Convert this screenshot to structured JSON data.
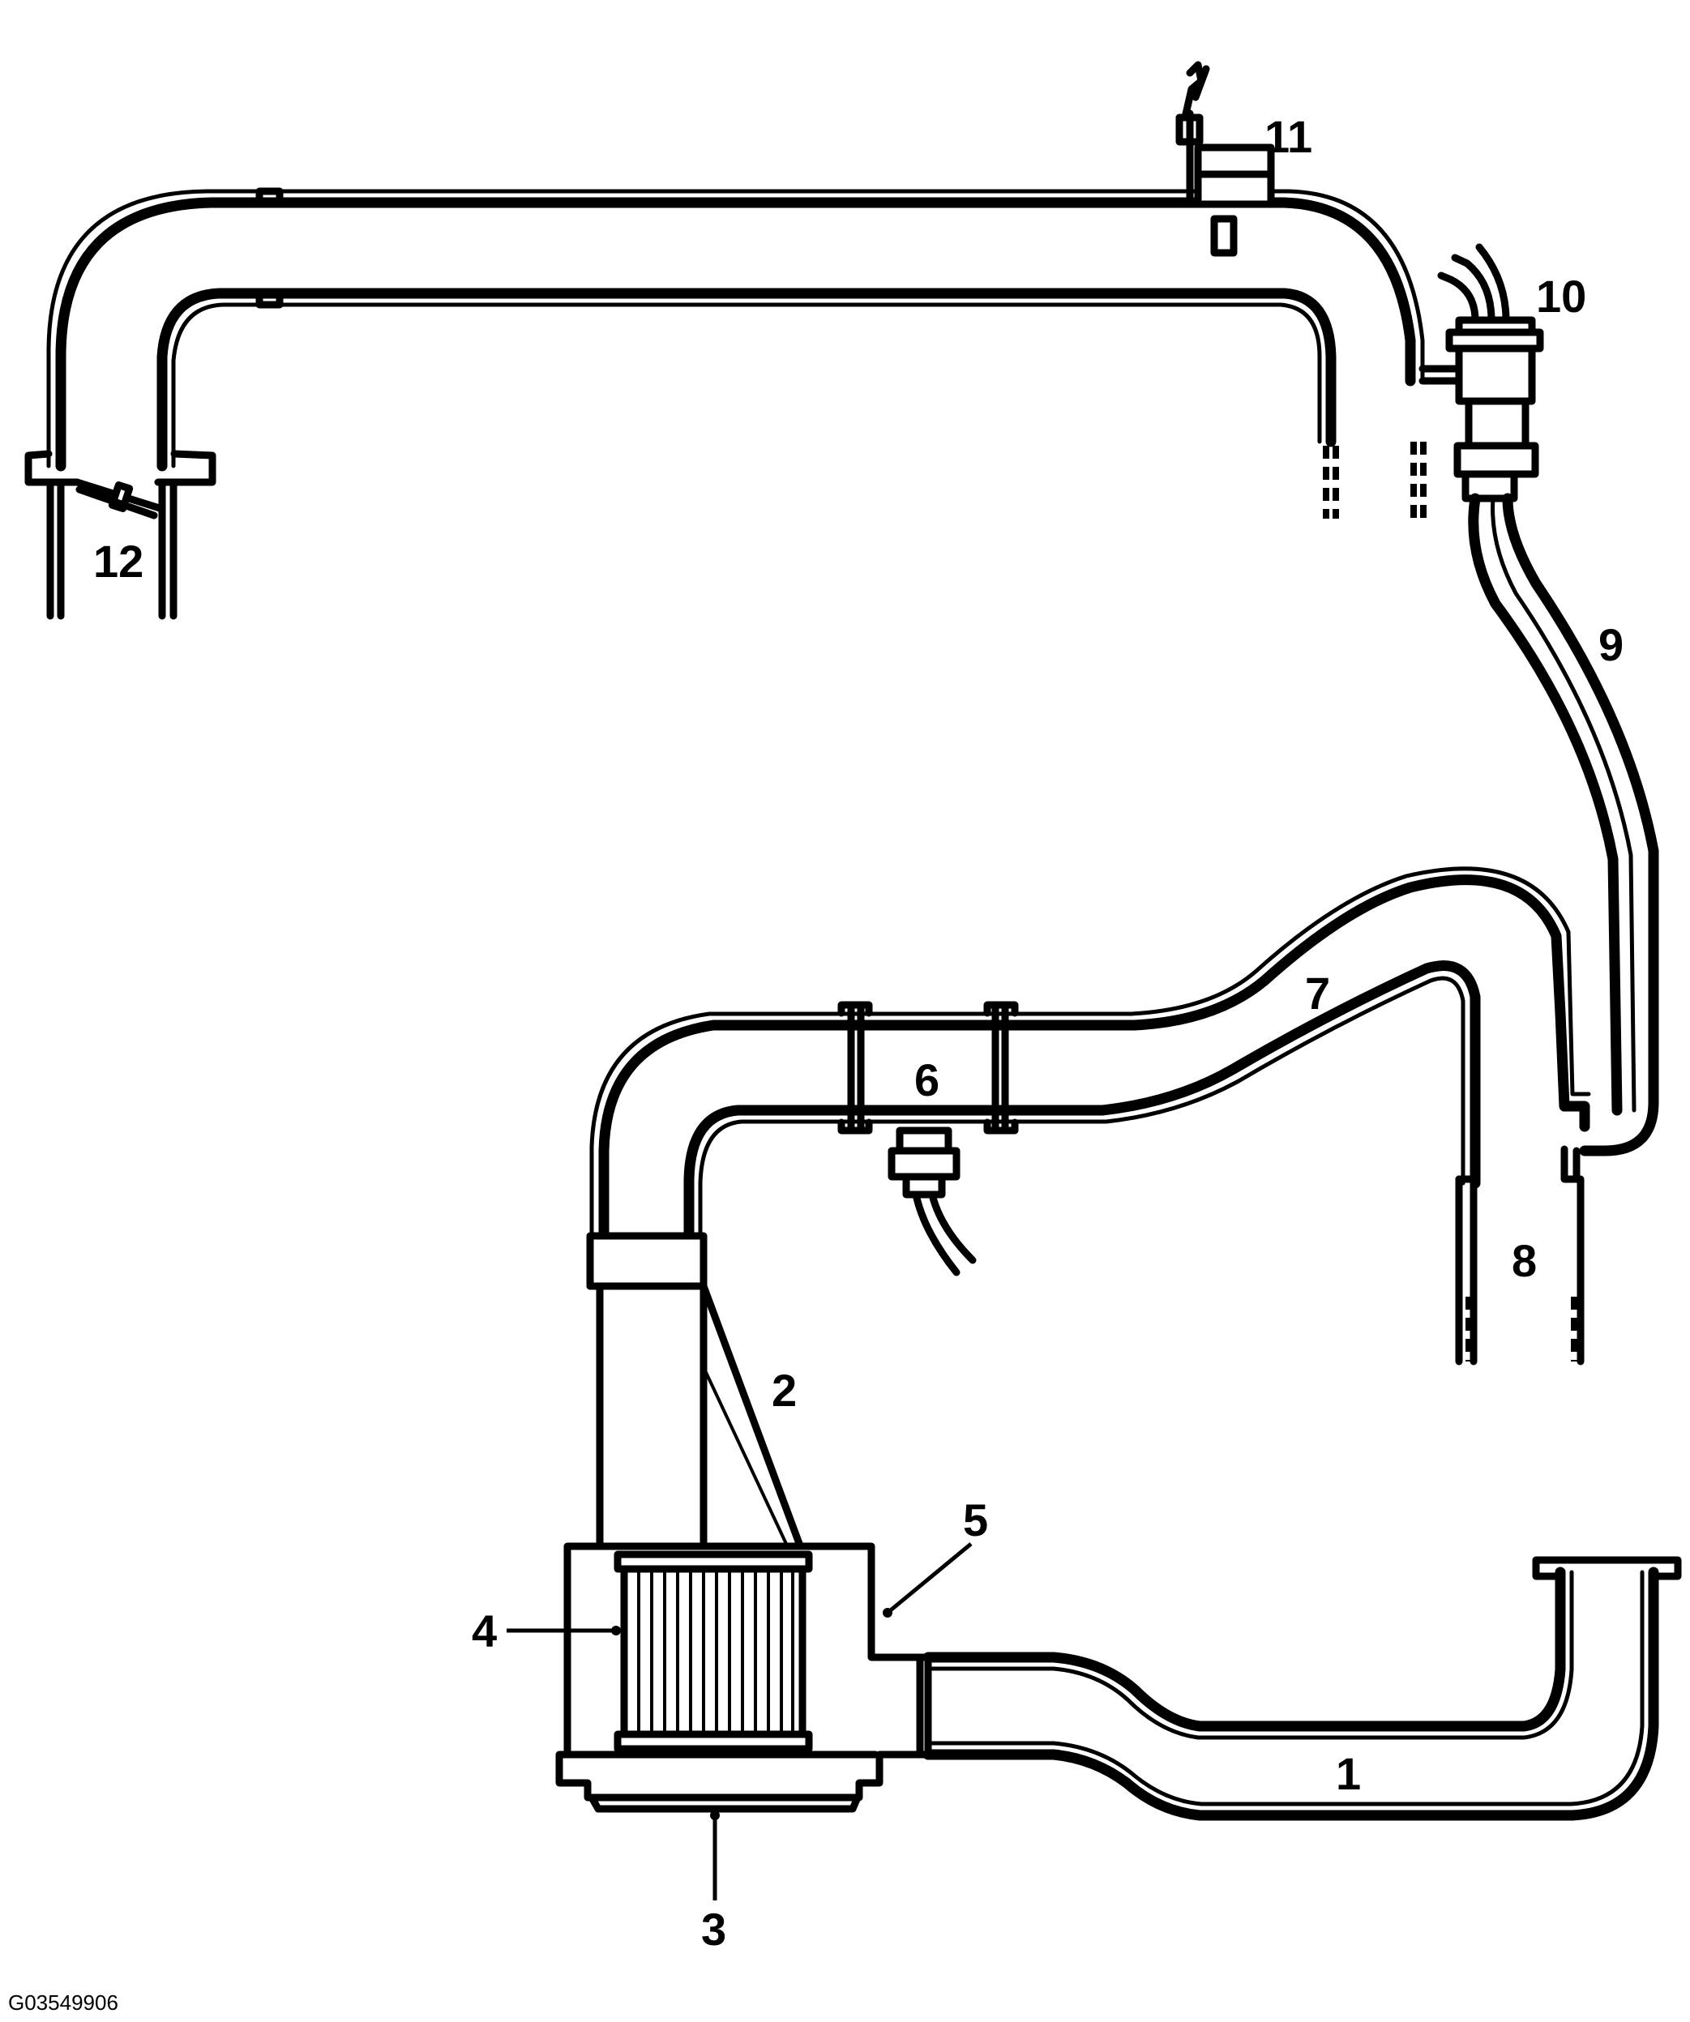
{
  "figure_code": "G03549906",
  "callouts": {
    "c1": "1",
    "c2": "2",
    "c3": "3",
    "c4": "4",
    "c5": "5",
    "c6": "6",
    "c7": "7",
    "c8": "8",
    "c9": "9",
    "c10": "10",
    "c11": "11",
    "c12": "12"
  }
}
